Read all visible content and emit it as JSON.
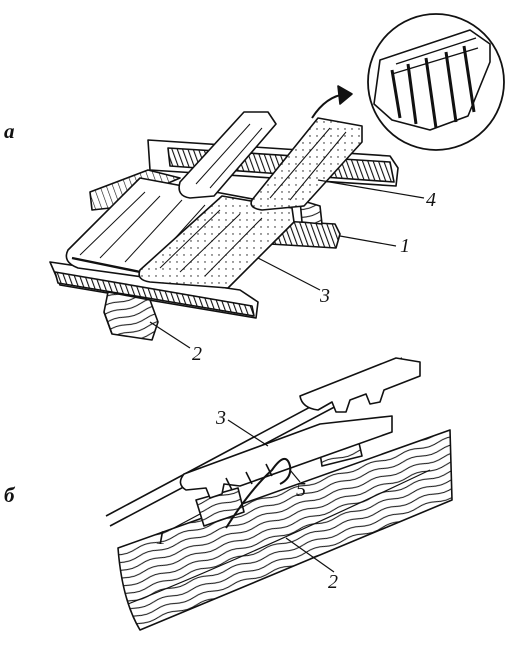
{
  "figure": {
    "panel_a": {
      "letter": "а",
      "callouts": [
        "1",
        "2",
        "3",
        "4"
      ]
    },
    "panel_b": {
      "letter": "б",
      "callouts": [
        "1",
        "2",
        "3",
        "5"
      ]
    }
  },
  "colors": {
    "ink": "#111111",
    "paper": "#ffffff"
  }
}
